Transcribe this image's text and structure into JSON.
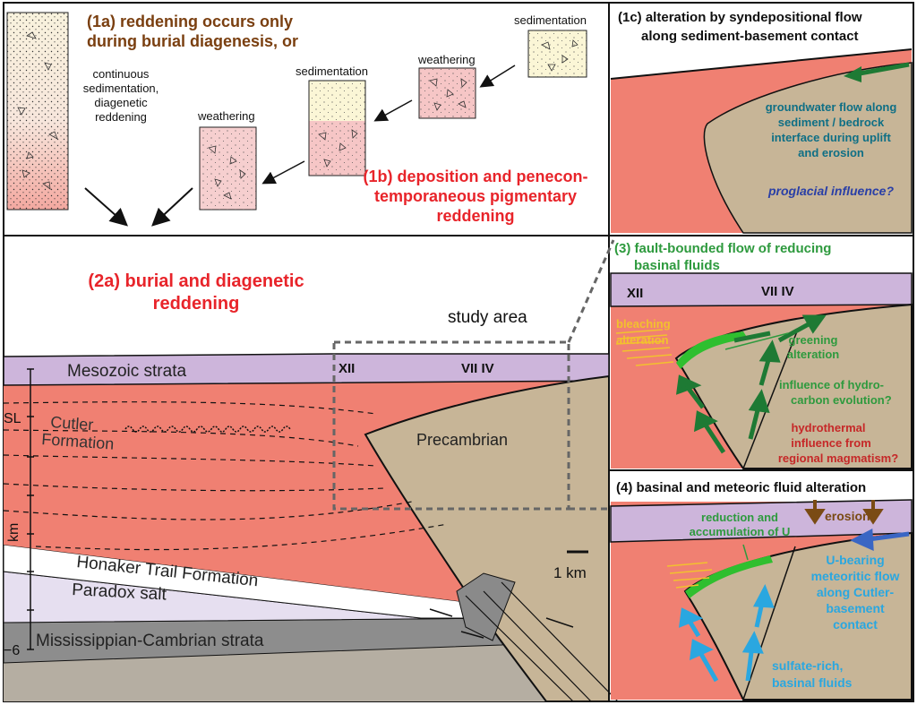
{
  "panel1a": {
    "title_line1": "(1a) reddening occurs only",
    "title_line2": "during burial diagenesis, or",
    "column_label": [
      "continuous",
      "sedimentation,",
      "diagenetic",
      "reddening"
    ],
    "steps": {
      "sedimentation_top": "sedimentation",
      "weathering_top": "weathering",
      "sedimentation_mid": "sedimentation",
      "weathering_low": "weathering"
    }
  },
  "panel1b": {
    "title": [
      "(1b) deposition and penecon-",
      "temporaneous pigmentary",
      "reddening"
    ]
  },
  "panel1c": {
    "title": [
      "(1c) alteration by syndepositional flow",
      "along sediment-basement contact"
    ],
    "note": [
      "groundwater flow along",
      "sediment / bedrock",
      "interface during uplift",
      "and erosion"
    ],
    "question": "proglacial influence?"
  },
  "panel2a": {
    "title": [
      "(2a) burial and diagenetic",
      "reddening"
    ],
    "study_area": "study area",
    "mesozoic": "Mesozoic strata",
    "roman_left": "XII",
    "roman_right": "VII IV",
    "cutler": [
      "Cutler",
      "Formation"
    ],
    "precambrian": "Precambrian",
    "honaker": "Honaker Trail Formation",
    "paradox": "Paradox salt",
    "mississippian": "Mississippian-Cambrian strata",
    "axis": {
      "sl": "SL",
      "km": "km",
      "bottom": "−6"
    },
    "scale": "1 km"
  },
  "panel3": {
    "title": [
      "(3) fault-bounded flow of reducing",
      "basinal fluids"
    ],
    "roman_left": "XII",
    "roman_right": "VII IV",
    "bleaching": [
      "bleaching",
      "alteration"
    ],
    "greening": [
      "greening",
      "alteration"
    ],
    "hydrocarbon": [
      "influence of hydro-",
      "carbon evolution?"
    ],
    "hydrothermal": [
      "hydrothermal",
      "influence from",
      "regional magmatism?"
    ]
  },
  "panel4": {
    "title": "(4) basinal and meteoric fluid alteration",
    "erosion": "erosion",
    "reduction": [
      "reduction and",
      "accumulation of U"
    ],
    "meteoric": [
      "U-bearing",
      "meteoritic flow",
      "along Cutler-",
      "basement",
      "contact"
    ],
    "sulfate": [
      "sulfate-rich,",
      "basinal fluids"
    ]
  },
  "colors": {
    "red_sediment": "#f08072",
    "mesozoic": "#cdb5db",
    "basement": "#c7b597",
    "paradox": "#e6dff0",
    "mississippian": "#8d8d8d",
    "green_arrow": "#1e7a34",
    "blue_arrow": "#2aa7e0",
    "brown_arrow": "#7a4b14",
    "title_brown": "#7a3f10",
    "title_red": "#e8242a",
    "green_text": "#2e9a3e",
    "teal_text": "#0f6f85",
    "blue_text": "#2a3fa6",
    "yellow_text": "#f2c12e"
  }
}
